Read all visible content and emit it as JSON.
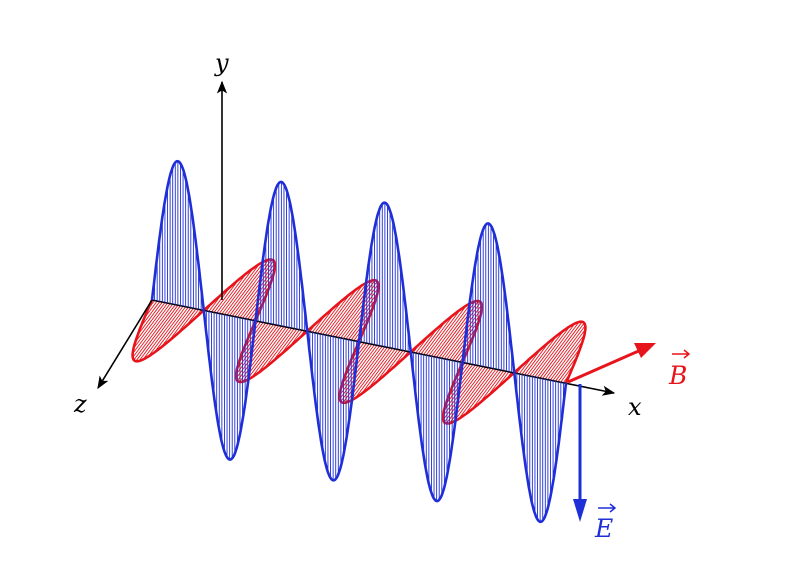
{
  "axes": {
    "x_label": "x",
    "y_label": "y",
    "z_label": "z",
    "axis_color": "#000000"
  },
  "fields": {
    "E": {
      "label": "E",
      "color": "#1f2fd8",
      "icon": "vector-arrow"
    },
    "B": {
      "label": "B",
      "color": "#e8141c",
      "icon": "vector-arrow"
    }
  },
  "wave": {
    "cycles": 4
  }
}
